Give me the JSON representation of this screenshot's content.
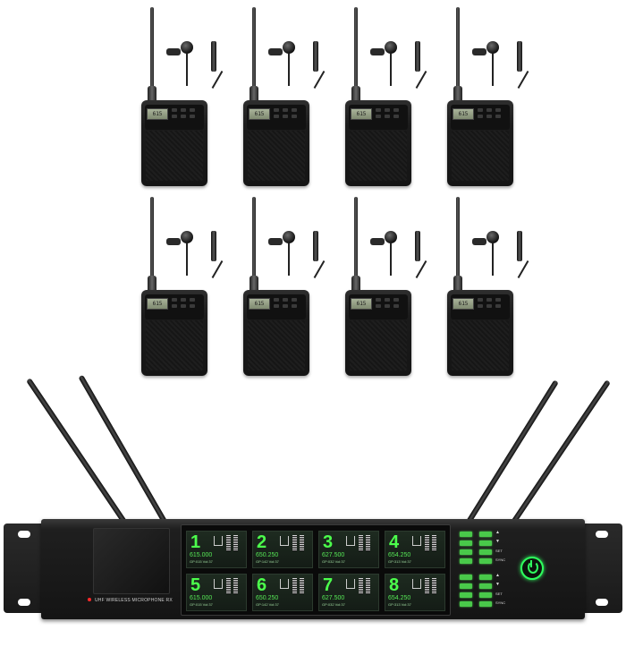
{
  "scene": {
    "description": "product",
    "receiver": {
      "label": "UHF WIRELESS MICROPHONE RX",
      "channels": [
        {
          "number": "1",
          "freq": "615.000",
          "sub": "GP:015  Vol:37"
        },
        {
          "number": "2",
          "freq": "650.250",
          "sub": "GP:142  Vol:37"
        },
        {
          "number": "3",
          "freq": "627.500",
          "sub": "GP:032  Vol:37"
        },
        {
          "number": "4",
          "freq": "654.250",
          "sub": "GP:313  Vol:37"
        },
        {
          "number": "5",
          "freq": "615.000",
          "sub": "GP:015  Vol:37"
        },
        {
          "number": "6",
          "freq": "650.250",
          "sub": "GP:142  Vol:37"
        },
        {
          "number": "7",
          "freq": "627.500",
          "sub": "GP:032  Vol:37"
        },
        {
          "number": "8",
          "freq": "654.250",
          "sub": "GP:313  Vol:37"
        }
      ],
      "button_labels": [
        "SET",
        "SYNC",
        "SET",
        "SYNC"
      ],
      "colors": {
        "display_green": "#4cff4c",
        "power_ring": "#2eff5e",
        "led": "#ff2a2a"
      }
    },
    "transmitters": {
      "count": 8,
      "lcd_text": "615"
    }
  }
}
